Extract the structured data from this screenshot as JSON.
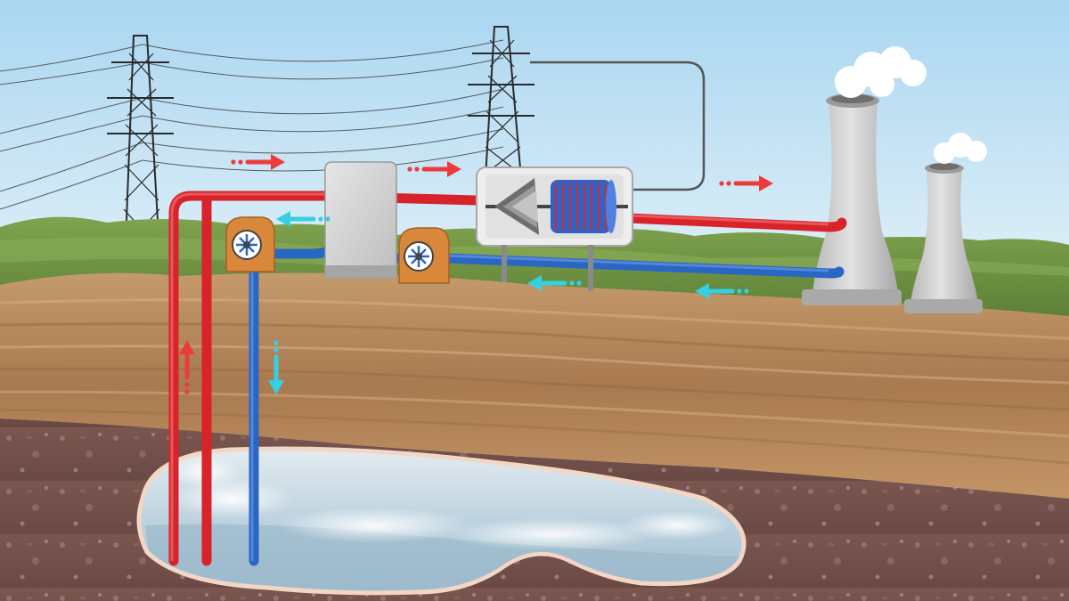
{
  "diagram": {
    "components": [
      {
        "id": "power-tower-left",
        "icon": "transmission-tower-icon"
      },
      {
        "id": "power-tower-center",
        "icon": "transmission-tower-icon"
      },
      {
        "id": "cooling-tower-large",
        "icon": "cooling-tower-icon"
      },
      {
        "id": "cooling-tower-small",
        "icon": "cooling-tower-icon"
      },
      {
        "id": "heat-exchanger",
        "icon": "heat-exchanger-icon"
      },
      {
        "id": "turbine-generator",
        "icon": "turbine-icon"
      },
      {
        "id": "pump-left",
        "icon": "pump-icon"
      },
      {
        "id": "pump-right",
        "icon": "pump-icon"
      },
      {
        "id": "geothermal-reservoir",
        "icon": "reservoir-icon"
      }
    ],
    "flows": [
      {
        "id": "hot-flow-up",
        "direction": "up",
        "type": "hot"
      },
      {
        "id": "hot-flow-top-left",
        "direction": "right",
        "type": "hot"
      },
      {
        "id": "hot-flow-top-center",
        "direction": "right",
        "type": "hot"
      },
      {
        "id": "hot-flow-top-right",
        "direction": "right",
        "type": "hot"
      },
      {
        "id": "cold-flow-top",
        "direction": "left",
        "type": "cold"
      },
      {
        "id": "cold-flow-mid",
        "direction": "left",
        "type": "cold"
      },
      {
        "id": "cold-flow-right",
        "direction": "left",
        "type": "cold"
      },
      {
        "id": "cold-flow-down",
        "direction": "down",
        "type": "cold"
      }
    ],
    "colors": {
      "sky": "#c9e6f6",
      "hot_pipe": "#d8232a",
      "cold_pipe": "#2a66c4",
      "hot_arrow": "#ec3b3b",
      "cold_arrow": "#35d0e4",
      "pump": "#d9873a",
      "grass": "#6f9443",
      "soil": "#b4875c",
      "bedrock": "#7a5650",
      "reservoir": "#c8dce8",
      "concrete": "#cfcfcf",
      "tower_steel": "#2b2b2b"
    }
  }
}
